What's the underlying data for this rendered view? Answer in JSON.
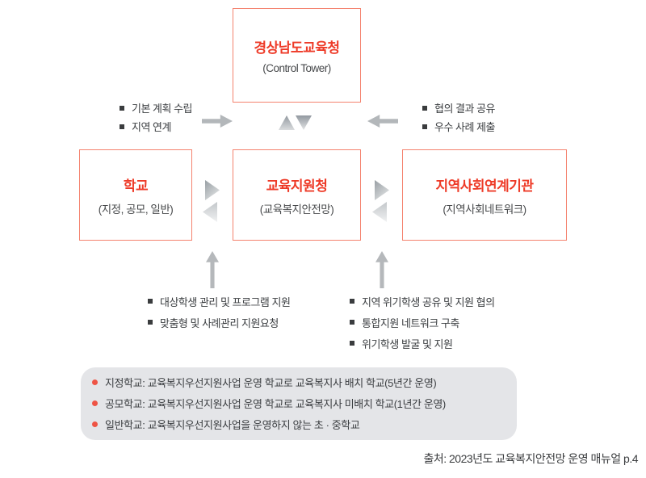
{
  "diagram": {
    "top_box": {
      "title": "경상남도교육청",
      "subtitle": "(Control Tower)"
    },
    "left_notes": {
      "items": [
        "기본 계획 수립",
        "지역 연계"
      ]
    },
    "right_notes": {
      "items": [
        "협의 결과 공유",
        "우수 사례 제출"
      ]
    },
    "boxes": [
      {
        "title": "학교",
        "subtitle": "(지정, 공모, 일반)"
      },
      {
        "title": "교육지원청",
        "subtitle": "(교육복지안전망)"
      },
      {
        "title": "지역사회연계기관",
        "subtitle": "(지역사회네트워크)"
      }
    ],
    "bottom_left_notes": {
      "items": [
        "대상학생 관리 및 프로그램 지원",
        "맞춤형 및 사례관리 지원요청"
      ]
    },
    "bottom_right_notes": {
      "items": [
        "지역 위기학생 공유 및 지원 협의",
        "통합지원 네트워크 구축",
        "위기학생 발굴 및 지원"
      ]
    },
    "legend": {
      "items": [
        "지정학교: 교육복지우선지원사업 운영 학교로 교육복지사 배치 학교(5년간 운영)",
        "공모학교: 교육복지우선지원사업 운영 학교로 교육복지사 미배치 학교(1년간 운영)",
        "일반학교: 교육복지우선지원사업을 운영하지 않는 초 · 중학교"
      ]
    },
    "source": "출처: 2023년도 교육복지안전망 운영 매뉴얼 p.4",
    "colors": {
      "accent_red": "#ee3b28",
      "box_border": "#f4826e",
      "arrow_gray": "#b3b7ba",
      "legend_bg": "#e4e5e8",
      "bullet_red": "#ee5445",
      "text_dark": "#3b3e41"
    }
  }
}
